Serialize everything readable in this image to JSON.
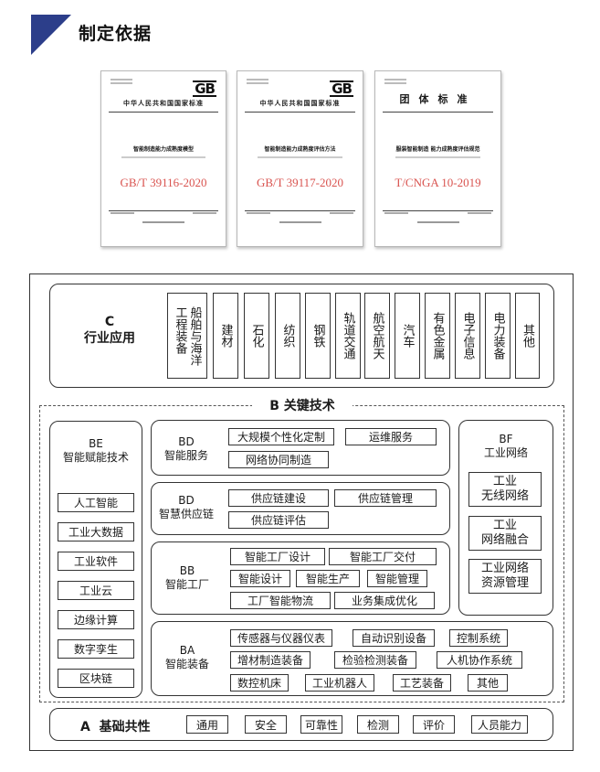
{
  "header": {
    "title": "制定依据"
  },
  "documents": [
    {
      "header": "中华人民共和国国家标准",
      "logo": "GB",
      "doc_title": "智能制造能力成熟度模型",
      "code": "GB/T 39116-2020"
    },
    {
      "header": "中华人民共和国国家标准",
      "logo": "GB",
      "doc_title": "智能制造能力成熟度评估方法",
      "code": "GB/T 39117-2020"
    },
    {
      "header": "团体标准",
      "logo": "",
      "doc_title": "服装智能制造 能力成熟度评估规范",
      "code": "T/CNGA 10-2019"
    }
  ],
  "framework": {
    "C": {
      "title_line1": "C",
      "title_line2": "行业应用",
      "industries": [
        [
          "船舶与海洋",
          "工程装备"
        ],
        [
          "建材"
        ],
        [
          "石化"
        ],
        [
          "纺织"
        ],
        [
          "钢铁"
        ],
        [
          "轨道交通"
        ],
        [
          "航空航天"
        ],
        [
          "汽车"
        ],
        [
          "有色金属"
        ],
        [
          "电子信息"
        ],
        [
          "电力装备"
        ],
        [
          "其他"
        ]
      ]
    },
    "B": {
      "title": "B 关键技术",
      "BE": {
        "code": "BE",
        "name": "智能赋能技术",
        "items": [
          "人工智能",
          "工业大数据",
          "工业软件",
          "工业云",
          "边缘计算",
          "数字孪生",
          "区块链"
        ]
      },
      "BD1": {
        "code": "BD",
        "name": "智能服务",
        "row1": [
          "大规模个性化定制",
          "运维服务"
        ],
        "row2": [
          "网络协同制造"
        ]
      },
      "BD2": {
        "code": "BD",
        "name": "智慧供应链",
        "row1": [
          "供应链建设",
          "供应链管理"
        ],
        "row2": [
          "供应链评估"
        ]
      },
      "BB": {
        "code": "BB",
        "name": "智能工厂",
        "row1": [
          "智能工厂设计",
          "智能工厂交付"
        ],
        "row2": [
          "智能设计",
          "智能生产",
          "智能管理"
        ],
        "row3": [
          "工厂智能物流",
          "业务集成优化"
        ]
      },
      "BA": {
        "code": "BA",
        "name": "智能装备",
        "row1": [
          "传感器与仪器仪表",
          "自动识别设备",
          "控制系统"
        ],
        "row2": [
          "增材制造装备",
          "检验检测装备",
          "人机协作系统"
        ],
        "row3": [
          "数控机床",
          "工业机器人",
          "工艺装备",
          "其他"
        ]
      },
      "BF": {
        "code": "BF",
        "name": "工业网络",
        "items": [
          [
            "工业",
            "无线网络"
          ],
          [
            "工业",
            "网络融合"
          ],
          [
            "工业网络",
            "资源管理"
          ]
        ]
      }
    },
    "A": {
      "title": "A  基础共性",
      "items": [
        "通用",
        "安全",
        "可靠性",
        "检测",
        "评价",
        "人员能力"
      ]
    }
  },
  "colors": {
    "accent": "#2c3e8a",
    "code_red": "#d9534f",
    "line": "#333333"
  }
}
